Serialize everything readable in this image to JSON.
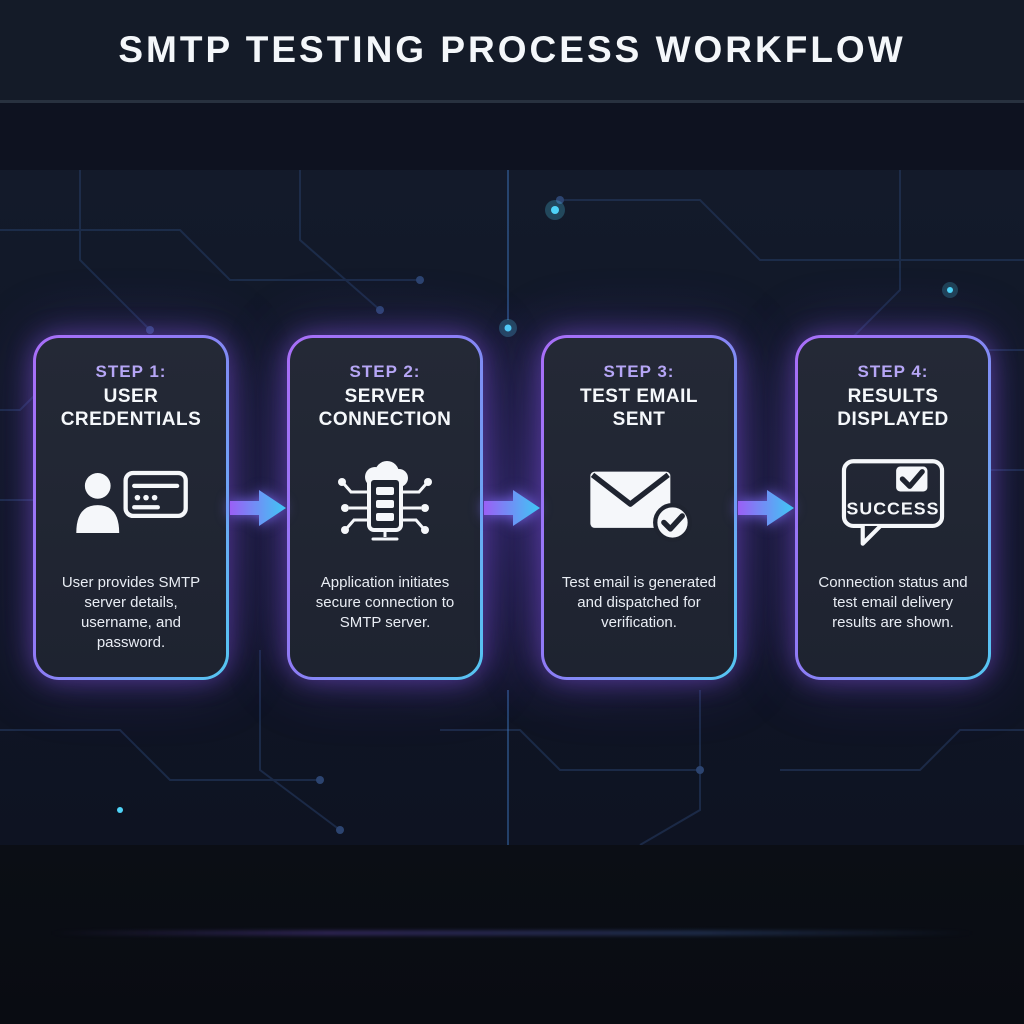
{
  "header": {
    "title": "SMTP TESTING PROCESS WORKFLOW"
  },
  "steps": [
    {
      "label": "STEP 1:",
      "title": "USER CREDENTIALS",
      "icon": "user-credentials-icon",
      "description": "User provides SMTP server details, username, and password."
    },
    {
      "label": "STEP 2:",
      "title": "SERVER CONNECTION",
      "icon": "server-connection-icon",
      "description": "Application initiates secure connection to SMTP server."
    },
    {
      "label": "STEP 3:",
      "title": "TEST EMAIL SENT",
      "icon": "email-sent-icon",
      "description": "Test email is generated and dispatched for verification."
    },
    {
      "label": "STEP 4:",
      "title": "RESULTS DISPLAYED",
      "icon": "success-message-icon",
      "description": "Connection status and test email delivery results are shown.",
      "badge_text": "SUCCESS"
    }
  ],
  "colors": {
    "accent_purple": "#a06bf5",
    "accent_cyan": "#4ec9f5",
    "step_label": "#b6a6f6",
    "card_background": "#20242e",
    "page_background": "#0c0f16"
  }
}
